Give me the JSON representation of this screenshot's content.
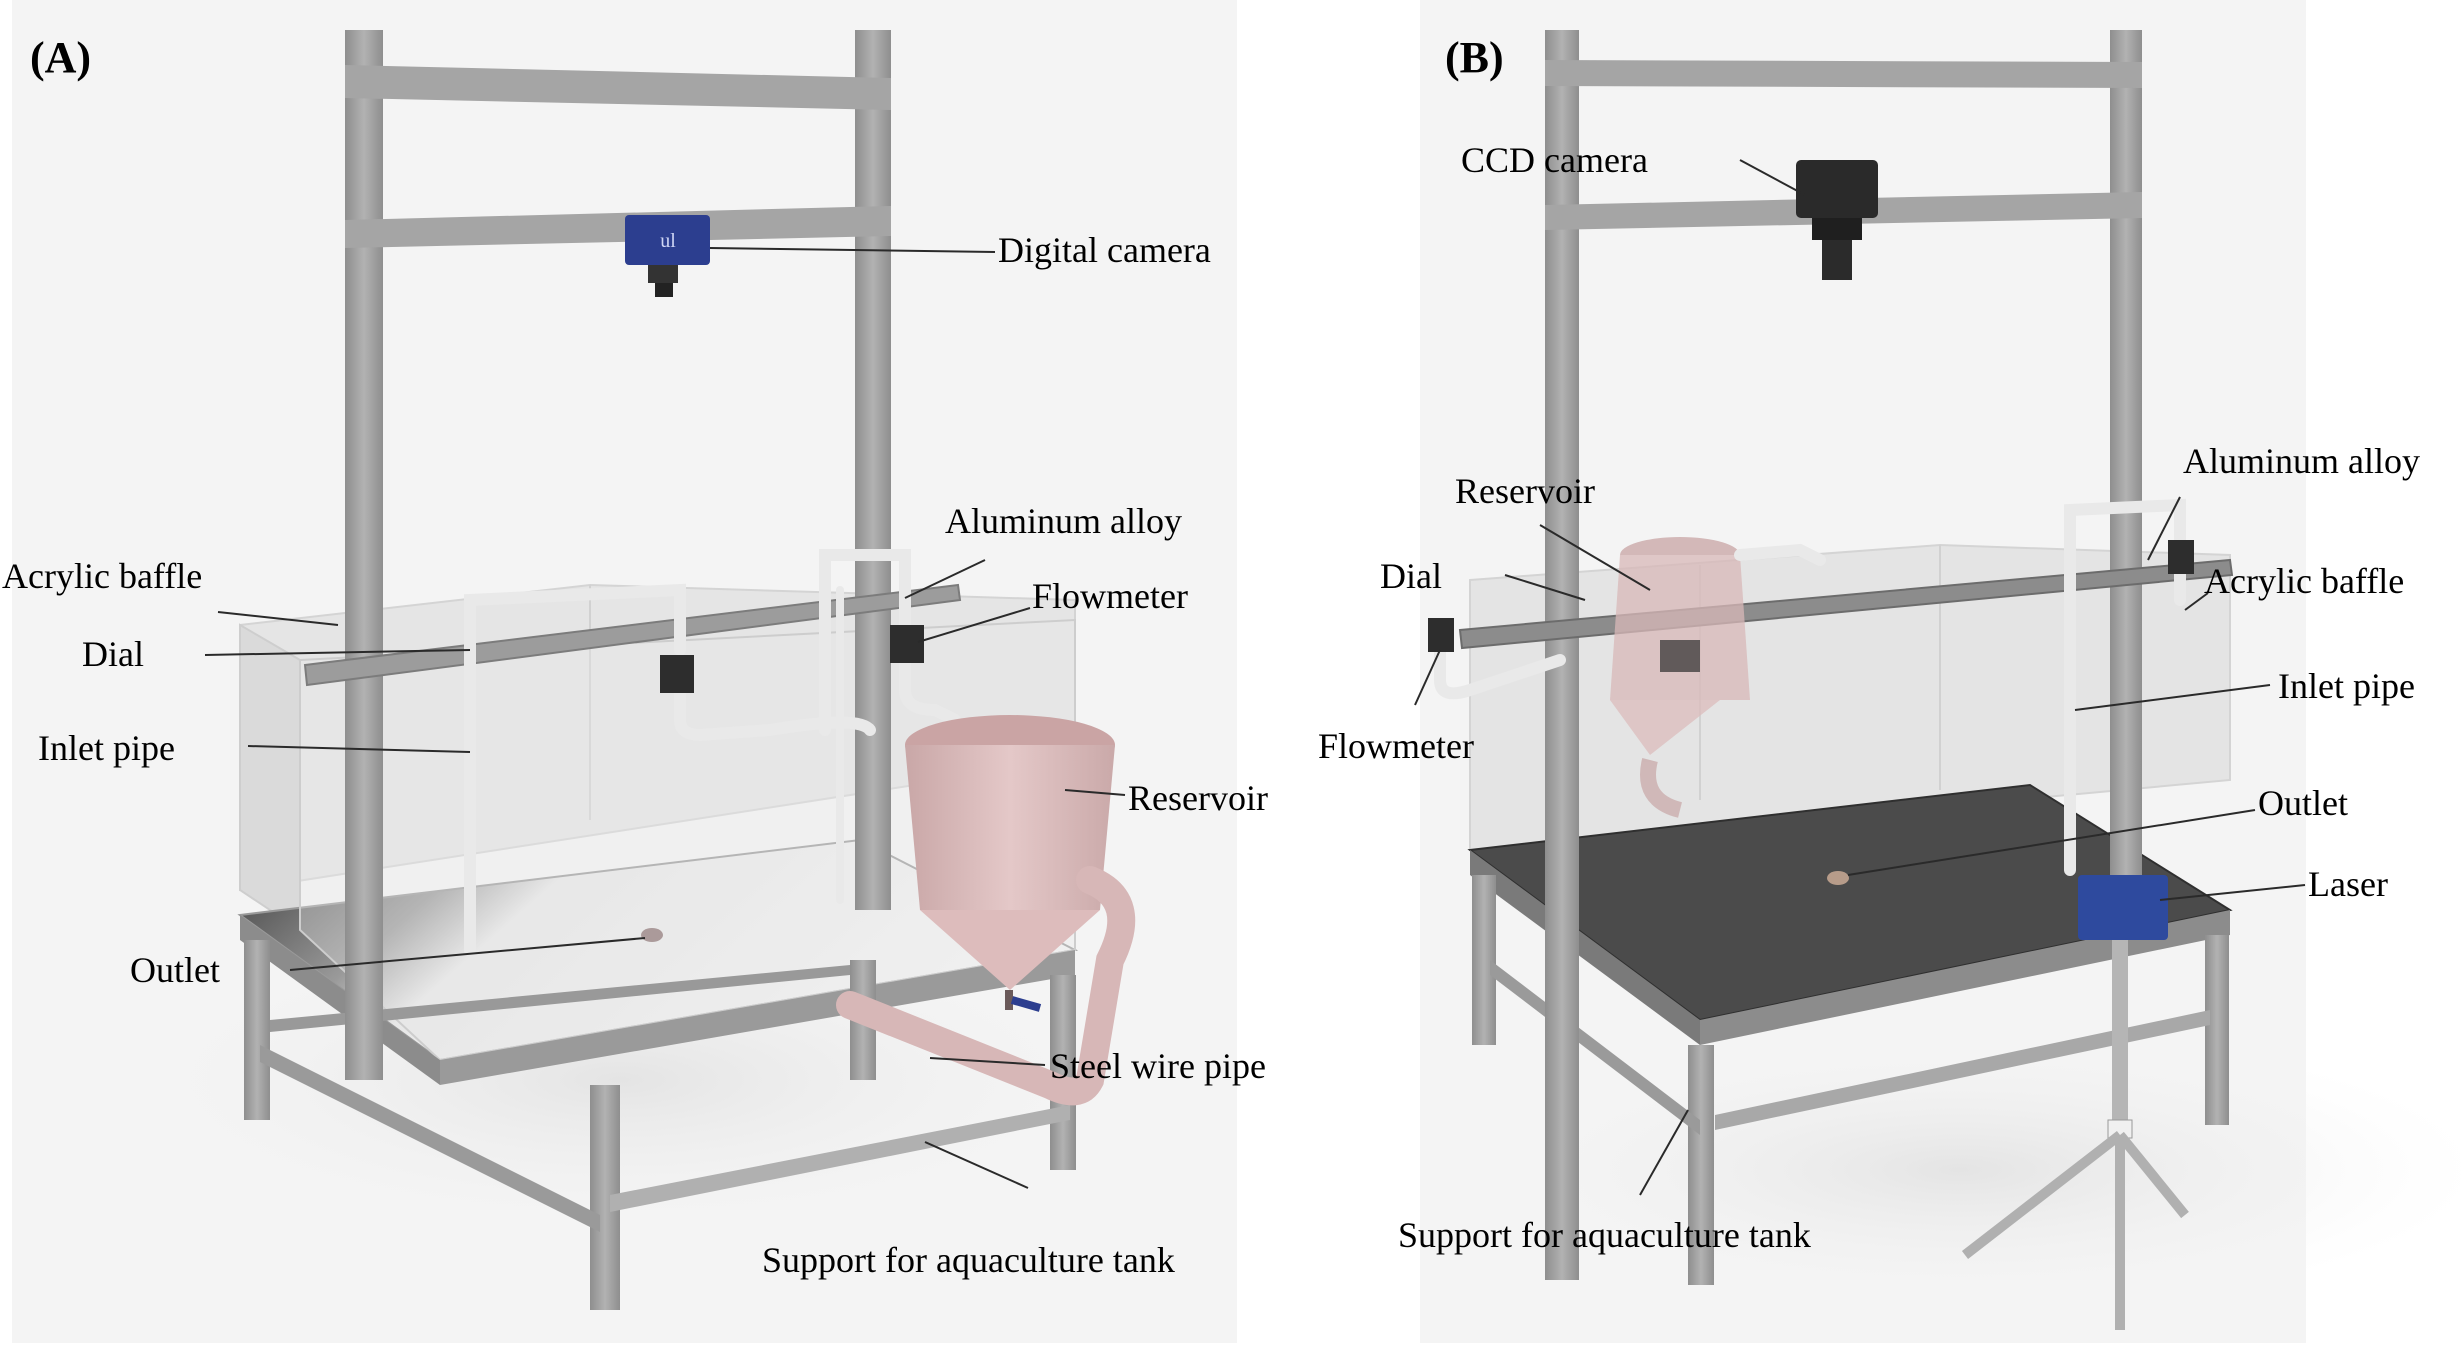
{
  "panels": [
    {
      "id": "A",
      "label": "(A)",
      "label_letter": "A",
      "callouts": {
        "digital_camera": "Digital camera",
        "aluminum_alloy": "Aluminum alloy",
        "acrylic_baffle": "Acrylic baffle",
        "flowmeter": "Flowmeter",
        "dial": "Dial",
        "inlet_pipe": "Inlet pipe",
        "reservoir": "Reservoir",
        "outlet": "Outlet",
        "steel_wire_pipe": "Steel wire pipe",
        "support": "Support for aquaculture tank"
      }
    },
    {
      "id": "B",
      "label": "(B)",
      "label_letter": "B",
      "callouts": {
        "ccd_camera": "CCD camera",
        "reservoir": "Reservoir",
        "aluminum_alloy": "Aluminum alloy",
        "dial": "Dial",
        "acrylic_baffle": "Acrylic baffle",
        "flowmeter": "Flowmeter",
        "inlet_pipe": "Inlet pipe",
        "outlet": "Outlet",
        "laser": "Laser",
        "support": "Support for aquaculture tank"
      }
    }
  ],
  "colors": {
    "frame": "#a3a3a3",
    "tank_glass": "#dcdcdc",
    "tank_floor_a": "#eeeeee",
    "tank_floor_b": "#4a4a4a",
    "reservoir": "#d9b9b9",
    "camera_a": "#2c3e8f",
    "camera_b": "#2a2a2a",
    "laser": "#2e4a9e"
  }
}
